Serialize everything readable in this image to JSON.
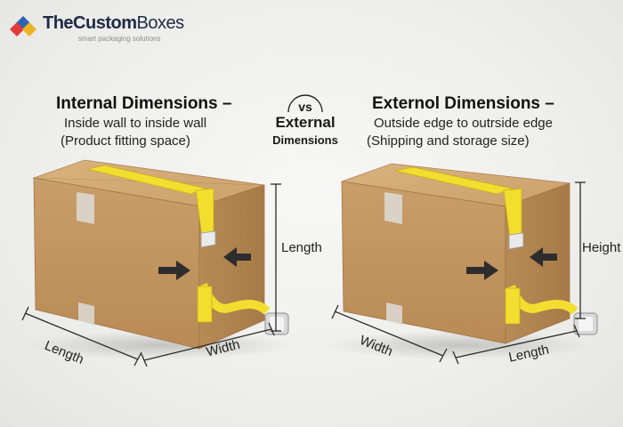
{
  "brand": {
    "name_bold": "TheCustom",
    "name_light": "Boxes",
    "tagline": "smart packaging solutions"
  },
  "left": {
    "title": "Internal Dimensions –",
    "line1": "Inside wall to inside wall",
    "line2": "(Product fitting space)",
    "labels": {
      "vertical": "Length",
      "bottom_left": "Length",
      "bottom_right": "Width"
    }
  },
  "center": {
    "vs": "vs",
    "external": "External",
    "dimensions": "Dimensions"
  },
  "right": {
    "title": "Externol Dimensions –",
    "line1": "Outside edge to outrside edge",
    "line2": "(Shipping and storage size)",
    "labels": {
      "vertical": "Height",
      "bottom_left": "Width",
      "bottom_right": "Length"
    }
  },
  "colors": {
    "cardboard_front": "#c79a66",
    "cardboard_side": "#b3844f",
    "cardboard_top": "#d4ab77",
    "tape_measure": "#f2dc2e",
    "dimension_line": "#2a2a2a"
  }
}
